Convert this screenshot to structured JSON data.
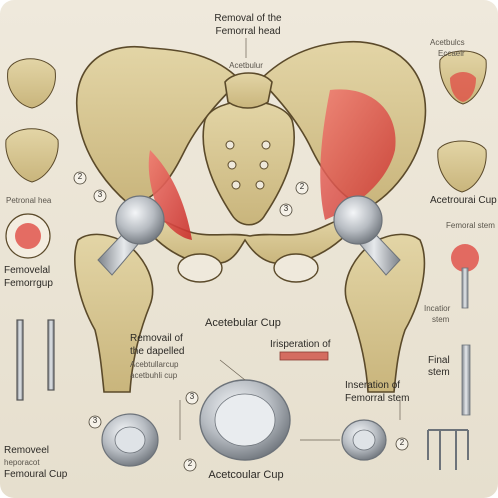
{
  "labels": {
    "title_line1": "Removal of the",
    "title_line2": "Femorral head",
    "acetabulum_top": "Acetbulur",
    "top_right_1": "Acetbulcs",
    "top_right_2": "Eccaelr",
    "femoral_left": "Petronal hea",
    "femoral_cup_left_1": "Femovelal",
    "femoral_cup_left_2": "Femorrgup",
    "acetabular_right": "Acetrourai Cup",
    "femoral_stem_right_small": "Femoral stem",
    "mid_acetabular_cup": "Acetebular Cup",
    "removal_damaged_1": "Removail of",
    "removal_damaged_2": "the dapelled",
    "removal_damaged_3": "Acebtullarcup",
    "removal_damaged_4": "acetbuhli cup",
    "inspiration_of": "Irisperation of",
    "insertion_1": "Inseration of",
    "insertion_2": "Femorral stem",
    "inaction_stem_1": "Incatior",
    "inaction_stem_2": "stem",
    "final_stem_1": "Final",
    "final_stem_2": "stem",
    "removal_prep_1": "Removeel",
    "removal_prep_2": "heporacot",
    "removal_prep_3": "Femoural Cup",
    "bottom_acetabular_cup": "Acetcoular Cup"
  },
  "steps": [
    "2",
    "3",
    "2",
    "3",
    "3",
    "3",
    "2",
    "2"
  ],
  "colors": {
    "background": "#ece6d8",
    "bone": "#d9c996",
    "bone_shade": "#b8a26a",
    "muscle": "#e04b44",
    "metal": "#b7bcc2",
    "metal_dark": "#6d737a",
    "outline": "#5b4a2a"
  }
}
